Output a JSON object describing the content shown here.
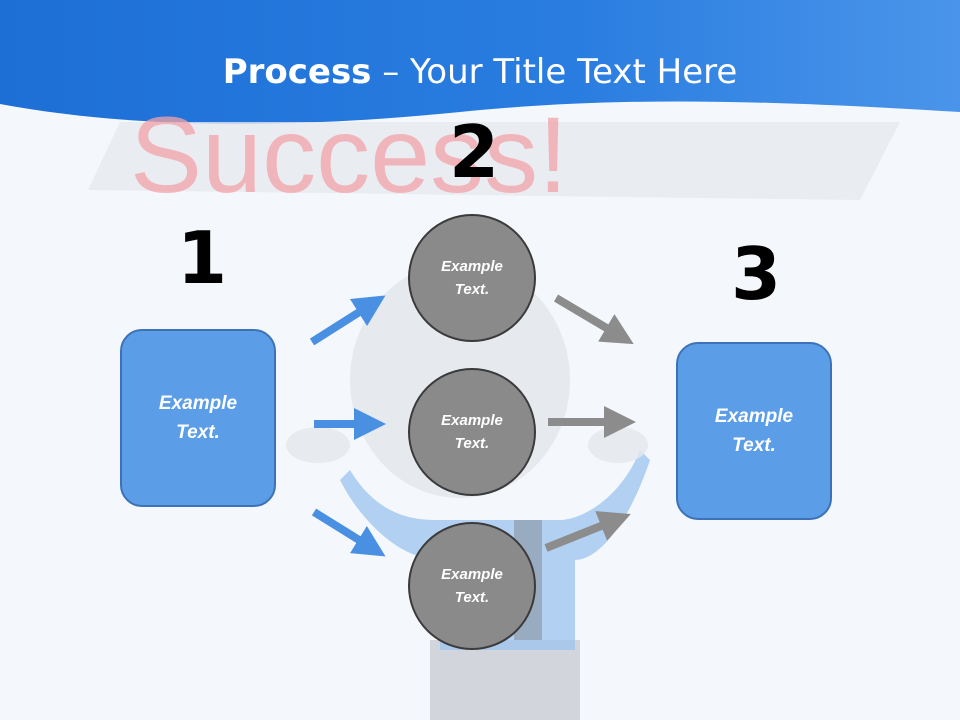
{
  "slide": {
    "title_bold": "Process",
    "title_rest": " – Your Title Text Here",
    "background_word": "Success!"
  },
  "steps": {
    "one": "1",
    "two": "2",
    "three": "3"
  },
  "boxes": {
    "left": "Example\nText.",
    "right": "Example\nText."
  },
  "circles": {
    "top": "Example\nText.",
    "middle": "Example\nText.",
    "bottom": "Example\nText."
  },
  "colors": {
    "header_blue": "#2f7fe0",
    "box_blue": "#5b9ee7",
    "circle_gray": "#8a8a8a",
    "arrow_blue": "#4a90e2",
    "arrow_gray": "#8c8c8c"
  }
}
